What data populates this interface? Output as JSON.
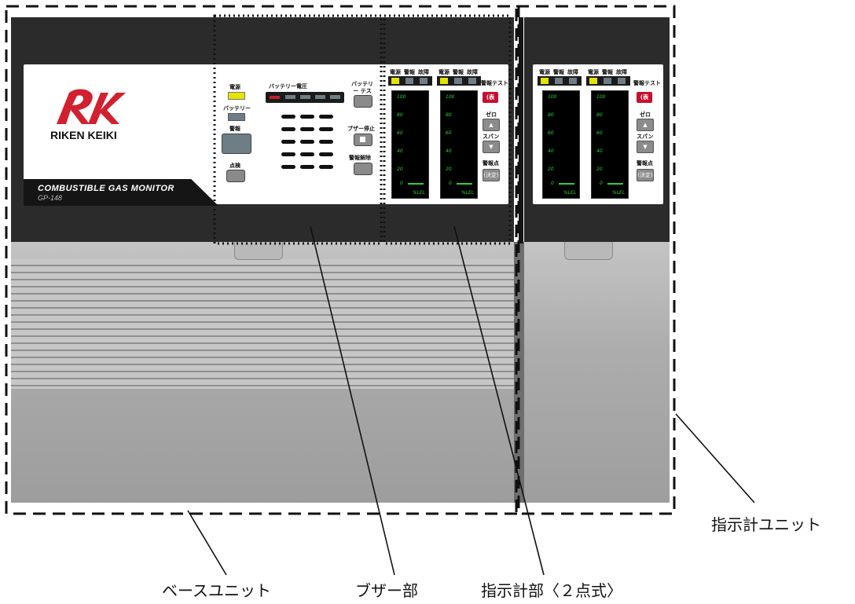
{
  "brand": "RIKEN KEIKI",
  "model_title": "COMBUSTIBLE GAS MONITOR",
  "model_number": "GP-148",
  "buzzer_panel": {
    "power": "電源",
    "battery": "バッテリー",
    "alarm": "警報",
    "inspect": "点検",
    "battery_voltage": "バッテリー電圧",
    "battery_test": "バッテリー テスト",
    "buzzer_stop": "ブザー停止",
    "alarm_reset": "警報解除"
  },
  "indicator": {
    "status_labels": [
      "電源",
      "警報",
      "故障"
    ],
    "alarm_test": "警報テスト",
    "alarm_test_key": "(表示)",
    "zero": "ゼロ",
    "span": "スパン",
    "alarm_point": "警報点",
    "alarm_point_key": "(決定)",
    "scale": [
      "100",
      "80",
      "60",
      "40",
      "20",
      "0"
    ],
    "unit": "%LEL"
  },
  "callouts": {
    "base_unit": "ベースユニット",
    "buzzer_section": "ブザー部",
    "indicator_section": "指示計部〈２点式〉",
    "indicator_unit": "指示計ユニット"
  },
  "colors": {
    "logo_red": "#d2202f",
    "lcd_green": "#2fcc3e",
    "power_led": "#e3e400",
    "alarm_test_button": "#c8102e"
  }
}
